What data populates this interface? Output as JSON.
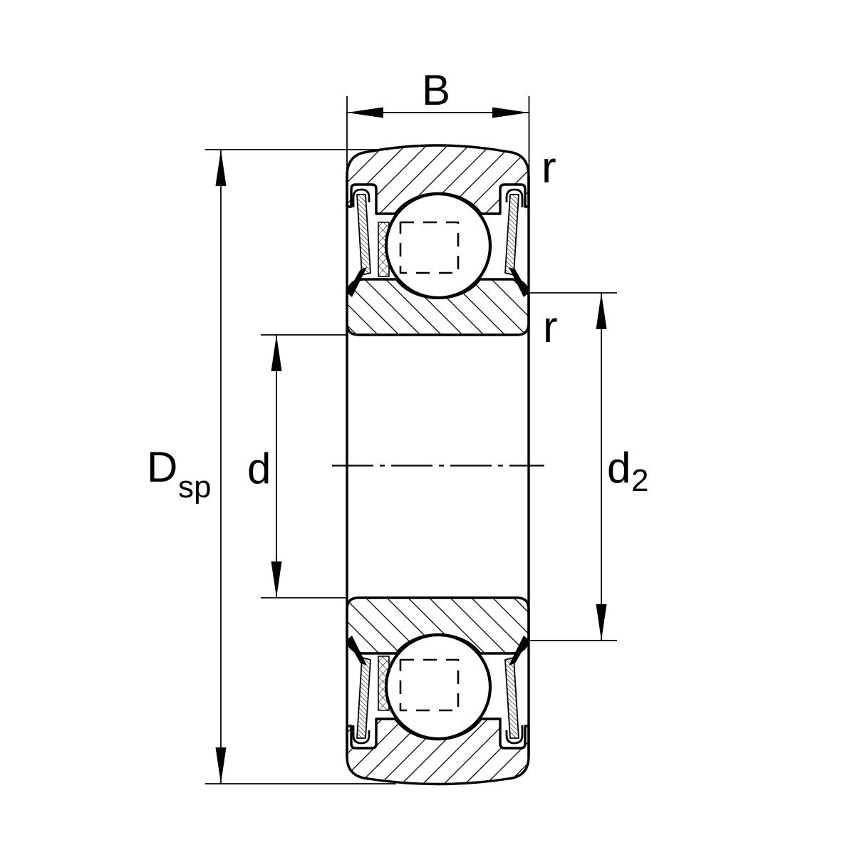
{
  "diagram": {
    "title": "bearing-cross-section-dimension-drawing",
    "labels": {
      "width": "B",
      "sphere_diameter_main": "D",
      "sphere_diameter_sub": "sp",
      "bore_diameter": "d",
      "seal_seat_diameter_main": "d",
      "seal_seat_diameter_sub": "2",
      "fillet_radius_outer": "r",
      "fillet_radius_inner": "r"
    },
    "colors": {
      "line": "#000000",
      "background": "#ffffff"
    }
  }
}
